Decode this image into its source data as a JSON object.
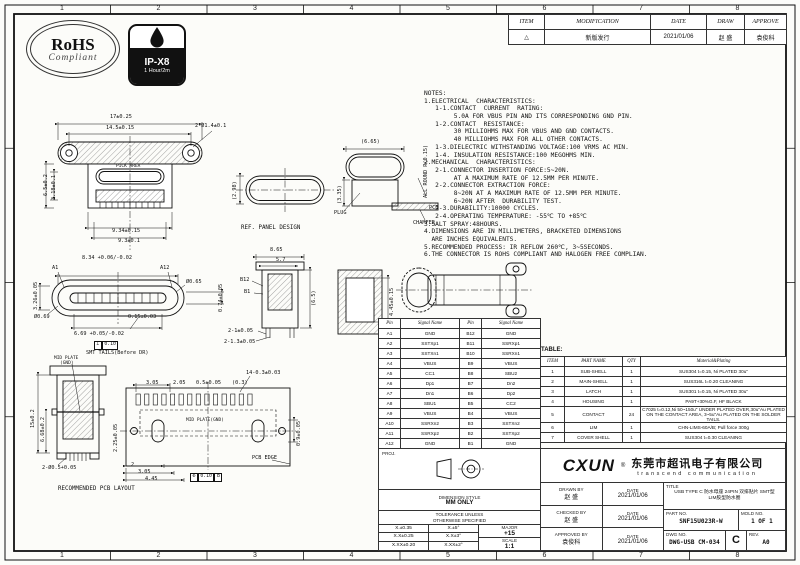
{
  "sheet": {
    "grid_cols": [
      "1",
      "2",
      "3",
      "4",
      "5",
      "6",
      "7",
      "8"
    ]
  },
  "logos": {
    "rohs_title": "RoHS",
    "rohs_subtitle": "Compliant",
    "ip_rating": "IP-X8",
    "ip_duration": "1 Hour/2m"
  },
  "revision_table": {
    "headers": [
      "ITEM",
      "MODIFICATION",
      "DATE",
      "DRAW",
      "APPROVE"
    ],
    "row": {
      "item": "△",
      "modification": "新版发行",
      "date": "2021/01/06",
      "draw": "赵 盛",
      "approve": "袁俊科"
    }
  },
  "notes": "NOTES:\n1.ELECTRICAL  CHARACTERISTICS:\n   1-1.CONTACT  CURRENT  RATING:\n        5.0A FOR VBUS PIN AND ITS CORRESPONDING GND PIN.\n   1-2.CONTACT  RESISTANCE:\n        30 MILLIOHMS MAX FOR VBUS AND GND CONTACTS.\n        40 MILLIOHMS MAX FOR ALL OTHER CONTACTS.\n   1-3.DIELECTRIC WITHSTANDING VOLTAGE:100 VRMS AC MIN.\n   1-4. INSULATION RESISTANCE:100 MEGOHMS MIN.\n2.MECHANICAL  CHARACTERISTICS:\n   2-1.CONNECTOR INSERTION FORCE:5~20N.\n        AT A MAXIMUM RATE OF 12.5MM PER MINUTE.\n   2-2.CONNECTOR EXTRACTION FORCE:\n        8~20N AT A MAXIMUM RATE OF 12.5MM PER MINUTE.\n        6~20N AFTER  DURABILITY TEST.\n   2-3.DURABILITY:10000 CYCLES.\n   2-4.OPERATING TEMPERATURE: -55℃ TO +85℃\n3.SALT SPRAY:48HOURS.\n4.DIMENSIONS ARE IN MILLIMETERS, BRACKETED DIMENSIONS\n  ARE INCHES EQUIVALENTS.\n5.RECOMMENDED PROCESS: IR REFLOW 260℃, 3~5SECONDS.\n6.THE CONNECTOR IS ROHS COMPLIANT AND HALOGEN FREE COMPLIAN.",
  "pin_table": {
    "headers": [
      "Pin",
      "Signal Name",
      "Pin",
      "Signal Name"
    ],
    "rows": [
      [
        "A1",
        "GND",
        "B12",
        "GND"
      ],
      [
        "A2",
        "SSTXp1",
        "B11",
        "SSRXp1"
      ],
      [
        "A3",
        "SSTXn1",
        "B10",
        "SSRXn1"
      ],
      [
        "A4",
        "VBUS",
        "B9",
        "VBUS"
      ],
      [
        "A5",
        "CC1",
        "B8",
        "SBU2"
      ],
      [
        "A6",
        "Dp1",
        "B7",
        "Dn2"
      ],
      [
        "A7",
        "Dn1",
        "B6",
        "Dp2"
      ],
      [
        "A8",
        "SBU1",
        "B5",
        "CC2"
      ],
      [
        "A9",
        "VBUS",
        "B4",
        "VBUS"
      ],
      [
        "A10",
        "SSRXn2",
        "B3",
        "SSTXn2"
      ],
      [
        "A11",
        "SSRXp2",
        "B2",
        "SSTXp2"
      ],
      [
        "A12",
        "GND",
        "B1",
        "GND"
      ]
    ]
  },
  "parts_table": {
    "label": "TABLE:",
    "headers": [
      "ITEM",
      "PART NAME",
      "QTY",
      "Material&Plating"
    ],
    "rows": [
      [
        "1",
        "SUB-SHELL",
        "1",
        "SUS304 t=0.15, Ni PLATED 30u\""
      ],
      [
        "2",
        "MAIN-SHELL",
        "1",
        "SUS316L t=0.20 CLEANING"
      ],
      [
        "3",
        "LATCH",
        "1",
        "SUS301 t=0.15, Ni PLATED 30u\""
      ],
      [
        "4",
        "HOUSING",
        "1",
        "PA9T+30%G.F, HF BLACK"
      ],
      [
        "5",
        "CONTACT",
        "24",
        "C7025 t=0.12,Ni 50~150u\" UNDER PLATED OVER,30u\"Au PLATED ON THE CONTACT AREA, 3~5u\"Au PLATED ON THE SOLDER TAILS."
      ],
      [
        "6",
        "LIM",
        "1",
        "CHN-LIMS-60A/B; Pull force 300g"
      ],
      [
        "7",
        "COVER SHELL",
        "1",
        "SUS304 t=0.30 CLEANING"
      ]
    ]
  },
  "title_block": {
    "proj_label": "PROJ.",
    "dimension_style_label": "DIMENSION STYLE",
    "dimension_style_value": "MM ONLY",
    "tolerance_header": "TOLERANCE UNLESS\nOTHERWISE SPECIFIED",
    "tolerance_rows": [
      [
        "X.±0.35",
        "X.±5°"
      ],
      [
        "X.X±0.25",
        "X.X±3°"
      ],
      [
        "X.XX±0.20",
        "X.XX±2°"
      ]
    ],
    "major_label": "MAJOR",
    "major_value": "+15",
    "scale_label": "SCALE",
    "scale_value": "1:1",
    "logo_text": "CXUN",
    "logo_reg": "®",
    "company_name": "东莞市超讯电子有限公司",
    "company_tagline": "transcend communication",
    "drawn_by_label": "DRAWN BY",
    "drawn_by": "赵 盛",
    "checked_by_label": "CHECKED BY",
    "checked_by": "赵 盛",
    "approved_by_label": "APPROVED BY",
    "approved_by": "袁俊科",
    "date_label": "DATE",
    "drawn_date": "2021/01/06",
    "checked_date": "2021/01/06",
    "approved_date": "2021/01/06",
    "title_label": "TITLE",
    "title_line1": "USB TYPE C 防水母座 24PIN 双排贴片 SMT型",
    "title_line2": "LIM胶型防水圈",
    "part_no_label": "PART NO.",
    "part_no": "SNF15U023R-W",
    "mold_no_label": "MOLD NO.",
    "sheet_value": "1 OF 1",
    "dwg_no_label": "DWG NO.",
    "dwg_no": "DWG-USB CM-034",
    "size": "C",
    "rev_label": "REV.",
    "rev": "A0"
  },
  "views": {
    "front": {
      "d17": "17±0.25",
      "d145": "14.5±0.15",
      "dhole": "2-Ø1.4±0.1",
      "pick": "PICK AREA",
      "d65": "6.5±0.2",
      "d318": "3.18±0.1",
      "d934": "9.34±0.15",
      "d93": "9.3±0.1"
    },
    "panel": {
      "caption": "REF. PANEL DESIGN",
      "d298": "(2.98)"
    },
    "section": {
      "d665": "(6.65)",
      "d335": "(3.35)",
      "allround": "ALL ROUND R(0.15)",
      "plug": "PLUG",
      "pcb": "PCB",
      "chamfer": "CHAMFER"
    },
    "mating": {
      "a1": "A1",
      "a12": "A12",
      "d834": "8.34 +0.06/-0.02",
      "d065": "Ø0.65",
      "d069": "Ø0.69",
      "d669": "6.69 +0.05/-0.02",
      "d015": "0.15±0.03",
      "d326": "3.26±0.05",
      "d074": "0.74±0.05",
      "smt": "SMT TAILS(Before DR)",
      "fcf_sym": "⊥",
      "fcf_val": "0.10"
    },
    "side": {
      "b12": "B12",
      "b1": "B1",
      "d865": "8.65",
      "d57": "5.7",
      "d21": "2-1±0.05",
      "d213": "2-1.3±0.05",
      "d65r": "(6.5)"
    },
    "rear": {
      "d445": "4.45±0.15"
    },
    "vertical": {
      "mid": "MID PLATE",
      "gnd": "(GND)",
      "d15": "15±0.2",
      "d668": "6.68±0.2",
      "dhole": "2-Ø0.5+0.05"
    },
    "pcb": {
      "caption": "RECOMMENDED PCB LAYOUT",
      "edge": "PCB EDGE",
      "mid": "MID PLATE(GND)",
      "d305a": "3.05",
      "d205": "2.05",
      "d05": "0.5±0.05",
      "d03": "(0.3)",
      "d14": "14-0.3±0.03",
      "d09": "0.9±0.05",
      "d2": "2",
      "d305b": "3.05",
      "d445": "4.45",
      "d225": "2.25±0.05",
      "fcf_sym": "⊕",
      "fcf_val": "0.10",
      "fcf_datum": "B"
    }
  }
}
